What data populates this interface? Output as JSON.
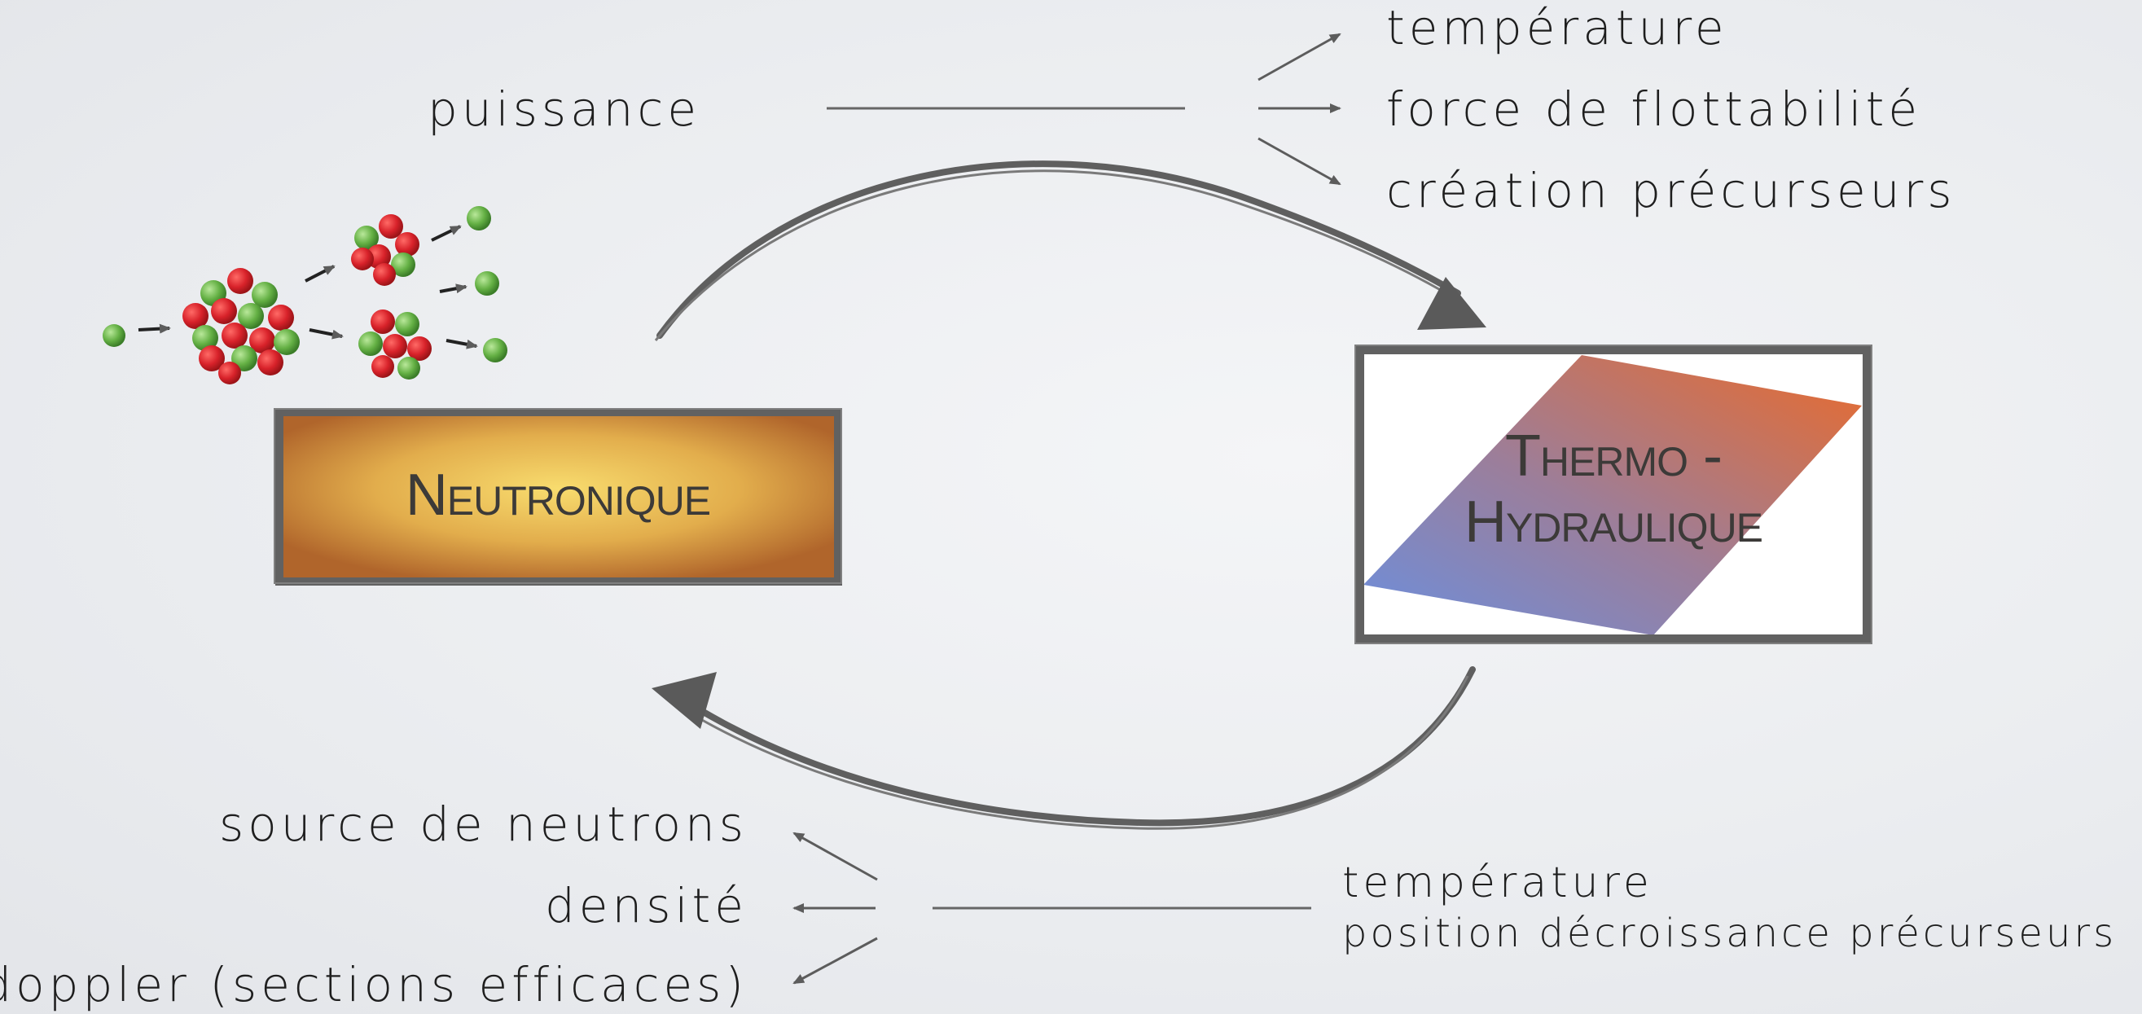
{
  "diagram": {
    "top_input": "puissance",
    "top_outputs": [
      "température",
      "force de flottabilité",
      "création précurseurs"
    ],
    "box_left_title": "Neutronique",
    "box_right_title_line1": "Thermo -",
    "box_right_title_line2": "Hydraulique",
    "bottom_inputs": [
      "température",
      "position décroissance précurseurs"
    ],
    "bottom_outputs": [
      "source de neutrons",
      "densité",
      "doppler (sections efficaces)"
    ]
  },
  "colors": {
    "stroke": "#666666",
    "arrow": "#5c5c5c",
    "neutron_green": "#6bb84a",
    "nucleus_red": "#d9252a",
    "box_left_gold_center": "#f7d86b",
    "box_left_gold_edge": "#b5682a",
    "gradient_blue": "#6b8fde",
    "gradient_orange": "#e86a2e"
  }
}
